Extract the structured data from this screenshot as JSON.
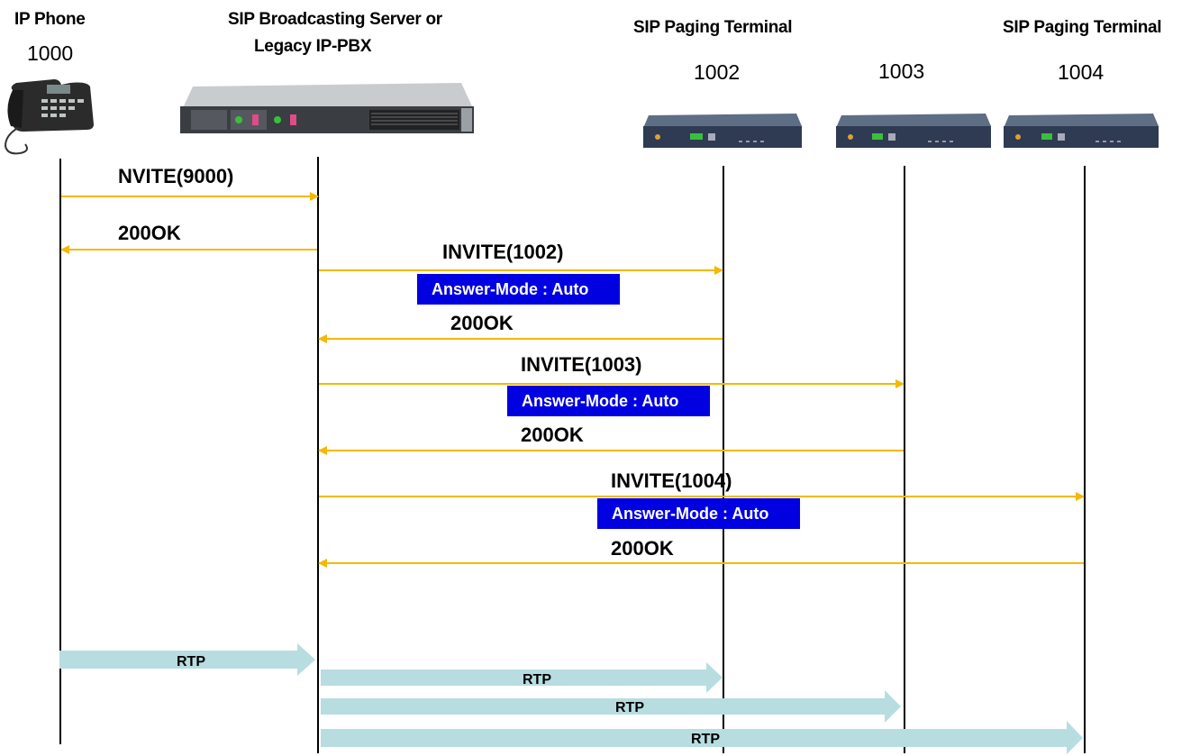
{
  "participants": [
    {
      "id": "phone",
      "title": "IP Phone",
      "number": "1000"
    },
    {
      "id": "server",
      "title": "SIP Broadcasting Server or",
      "title2": "Legacy IP-PBX",
      "number": ""
    },
    {
      "id": "t1002",
      "title": "SIP Paging Terminal",
      "number": "1002"
    },
    {
      "id": "t1003",
      "title": "",
      "number": "1003"
    },
    {
      "id": "t1004",
      "title": "SIP Paging Terminal",
      "number": "1004"
    }
  ],
  "messages": [
    {
      "from": "phone",
      "to": "server",
      "label": "NVITE(9000)"
    },
    {
      "from": "server",
      "to": "phone",
      "label": "200OK"
    },
    {
      "from": "server",
      "to": "t1002",
      "label": "INVITE(1002)",
      "header": "Answer-Mode : Auto"
    },
    {
      "from": "t1002",
      "to": "server",
      "label": "200OK"
    },
    {
      "from": "server",
      "to": "t1003",
      "label": "INVITE(1003)",
      "header": "Answer-Mode : Auto"
    },
    {
      "from": "t1003",
      "to": "server",
      "label": "200OK"
    },
    {
      "from": "server",
      "to": "t1004",
      "label": "INVITE(1004)",
      "header": "Answer-Mode : Auto"
    },
    {
      "from": "t1004",
      "to": "server",
      "label": "200OK"
    }
  ],
  "rtp_streams": [
    {
      "from": "phone",
      "to": "server",
      "label": "RTP"
    },
    {
      "from": "server",
      "to": "t1002",
      "label": "RTP"
    },
    {
      "from": "server",
      "to": "t1003",
      "label": "RTP"
    },
    {
      "from": "server",
      "to": "t1004",
      "label": "RTP"
    }
  ],
  "colors": {
    "message_arrow": "#f5b800",
    "header_box": "#0000e0",
    "rtp_arrow": "#b7dde1",
    "lifeline": "#000000"
  }
}
